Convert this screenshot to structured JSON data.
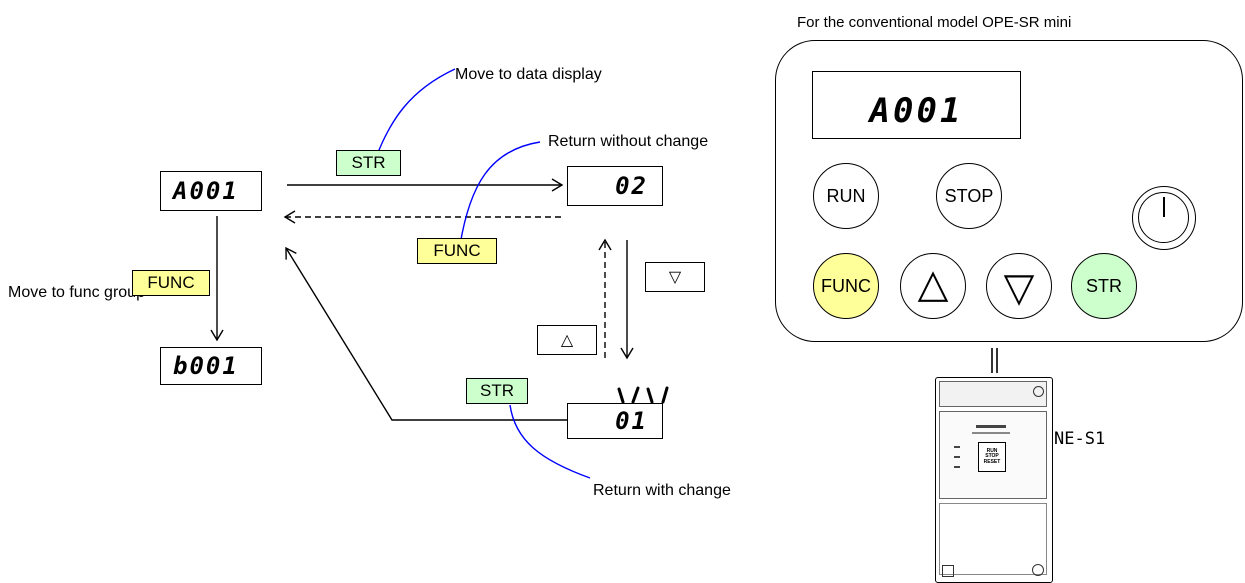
{
  "annotations": {
    "move_to_data_display": "Move to data display",
    "return_without_change": "Return without change",
    "move_to_func_group": "Move to func group",
    "return_with_change": "Return with change",
    "conventional_model": "For the conventional model OPE-SR mini"
  },
  "displays": {
    "param_a001": "A001",
    "param_b001": "b001",
    "value_02": "02",
    "value_01": "01"
  },
  "keys": {
    "str": "STR",
    "func": "FUNC",
    "up": "△",
    "down": "▽"
  },
  "operator_panel": {
    "screen": "A001",
    "buttons": {
      "run": "RUN",
      "stop": "STOP",
      "func": "FUNC",
      "up": "△",
      "down": "▽",
      "str": "STR"
    }
  },
  "device": {
    "model_label": "NE-S1",
    "run_stop_reset": [
      "RUN",
      "STOP",
      "RESET"
    ]
  },
  "colors": {
    "str_key": "#ccffcc",
    "func_key": "#ffff99",
    "callout_line": "#0000ff"
  }
}
